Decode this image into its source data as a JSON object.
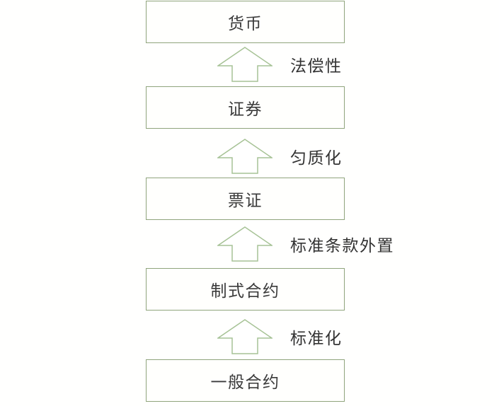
{
  "diagram": {
    "type": "vertical-evolution-flow",
    "direction": "bottom-to-top",
    "levels": [
      {
        "id": "currency",
        "label": "货币"
      },
      {
        "id": "securities",
        "label": "证券"
      },
      {
        "id": "tickets",
        "label": "票证"
      },
      {
        "id": "standard-contract",
        "label": "制式合约"
      },
      {
        "id": "general-contract",
        "label": "一般合约"
      }
    ],
    "transitions": [
      {
        "from": "securities",
        "to": "currency",
        "label": "法偿性"
      },
      {
        "from": "tickets",
        "to": "securities",
        "label": "匀质化"
      },
      {
        "from": "standard-contract",
        "to": "tickets",
        "label": "标准条款外置"
      },
      {
        "from": "general-contract",
        "to": "standard-contract",
        "label": "标准化"
      }
    ],
    "colors": {
      "box_border": "#8fa47c",
      "arrow_stroke": "#a6c295",
      "arrow_fill": "#ffffff",
      "text": "#3a3a3a",
      "background": "#ffffff"
    }
  }
}
